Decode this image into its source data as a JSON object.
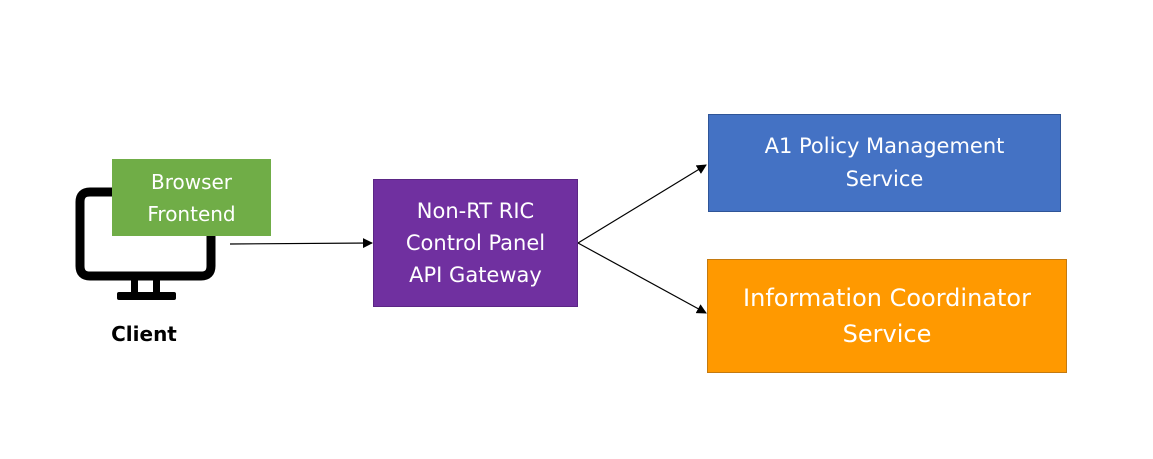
{
  "nodes": {
    "browser": {
      "label": "Browser\nFrontend",
      "color": "#70ad47"
    },
    "gateway": {
      "label": "Non-RT RIC\nControl Panel\nAPI Gateway",
      "color": "#7030a0"
    },
    "a1_policy": {
      "label": "A1 Policy Management\nService",
      "color": "#4472c4"
    },
    "ics": {
      "label": "Information Coordinator\nService",
      "color": "#ff9900"
    }
  },
  "client": {
    "label": "Client",
    "icon": "computer-monitor-icon"
  },
  "edges": [
    {
      "from": "browser",
      "to": "gateway"
    },
    {
      "from": "gateway",
      "to": "a1_policy"
    },
    {
      "from": "gateway",
      "to": "ics"
    }
  ]
}
